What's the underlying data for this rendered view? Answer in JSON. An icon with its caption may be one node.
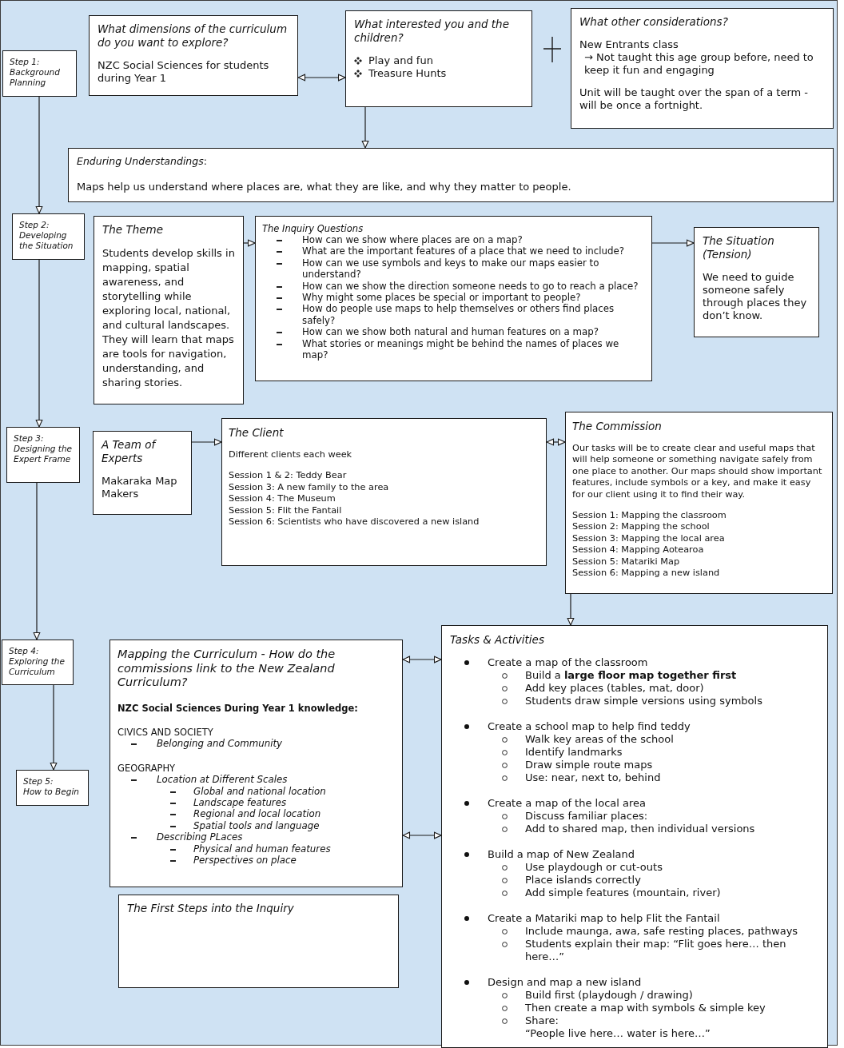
{
  "diagram": {
    "nodes": [
      {
        "text": [
          "Step 1:",
          "Background Planning"
        ]
      },
      {
        "text": [
          "What dimensions of the curriculum do you want to explore?",
          "NZC Social Sciences for students during Year 1"
        ]
      },
      {
        "text": [
          "What interested you and the children?",
          "Play and fun",
          "Treasure Hunts"
        ]
      },
      {
        "text": [
          "What other considerations?",
          "New Entrants class",
          "→ Not taught this age group before, need to keep it fun and engaging",
          "Unit will be taught over the span of a term - will be once a fortnight."
        ]
      },
      {
        "text": [
          "*Enduring Understandings*:",
          "Maps help us understand where places are, what they are like, and why they matter to people."
        ]
      },
      {
        "text": [
          "Step 2:",
          "Developing the Situation"
        ]
      },
      {
        "text": [
          "The Theme",
          "Students develop skills in mapping, spatial awareness, and storytelling while exploring local, national, and cultural landscapes. They will learn that maps are tools for navigation, understanding, and sharing stories."
        ]
      },
      {
        "text": [
          "The Inquiry Questions",
          "How can we show where places are on a map?",
          "What are the important features of a place that we need to include?",
          "How can we use symbols and keys to make our maps easier to understand?",
          "How can we show the direction someone needs to go to reach a place?",
          "Why might some places be special or important to people?",
          "How do people use maps to help themselves or others find places safely?",
          "How can we show both natural and human features on a map?",
          "What stories or meanings might be behind the names of places we map?"
        ]
      },
      {
        "text": [
          "The Situation (Tension)",
          "We need to guide someone safely through places they don’t know."
        ]
      },
      {
        "text": [
          "Step 3:",
          "Designing the Expert Frame"
        ]
      },
      {
        "text": [
          "A Team of Experts",
          "Makaraka Map Makers"
        ]
      },
      {
        "text": [
          "The Client",
          "Different clients each week",
          "Session 1 & 2: Teddy Bear",
          "Session 3: A new family to the area",
          "Session 4: The Museum",
          "Session 5: Flit the Fantail",
          "Session 6: Scientists who have discovered a new island"
        ]
      },
      {
        "text": [
          "The Commission",
          "Our tasks will be to create clear and useful maps that will help someone or something navigate safely from one place to another. Our maps should show important features, include symbols or a key, and make it easy for our client using it to find their way.",
          "Session 1: Mapping the classroom",
          "Session 2: Mapping the school",
          "Session 3: Mapping the local area",
          "Session 4: Mapping Aotearoa",
          "Session 5: Matariki Map",
          "Session 6: Mapping a new island"
        ]
      },
      {
        "text": [
          "Step 4:",
          "Exploring the Curriculum"
        ]
      },
      {
        "text": [
          "Mapping the Curriculum - How do the commissions link to the New Zealand Curriculum?",
          "NZC Social Sciences During Year 1 knowledge:",
          "CIVICS AND SOCIETY",
          "Belonging and Community",
          "GEOGRAPHY",
          "Location at Different Scales",
          "Global and national location",
          "Landscape features",
          "Regional and local location",
          "Spatial tools and language",
          "Describing PLaces",
          "Physical and human features",
          "Perspectives on place"
        ]
      },
      {
        "text": [
          "Tasks & Activities",
          "Create a map of the classroom",
          "Build a **large floor map together first**",
          "Add key places (tables, mat, door)",
          "Students draw simple versions using symbols",
          "Create a school map to help find teddy",
          "Walk key areas of the school",
          "Identify landmarks",
          "Draw simple route maps",
          "Use: near, next to, behind",
          "Create a map of the local area",
          "Discuss familiar places:",
          "Add to shared map, then individual versions",
          "Build a map of New Zealand",
          "Use playdough or cut-outs",
          "Place islands correctly",
          "Add simple features (mountain, river)",
          "Create a Matariki map to help Flit the Fantail",
          "Include maunga, awa, safe resting places, pathways",
          "Students explain their map: “Flit goes here… then here…”",
          "Design and map a new island",
          "Build first (playdough / drawing)",
          "Then create a map with symbols & simple key",
          "Share:",
          "“People live here… water is here…”"
        ]
      },
      {
        "text": [
          "Step 5:",
          "How to Begin"
        ]
      },
      {
        "text": [
          "The First Steps into the Inquiry"
        ]
      }
    ],
    "edges": [
      {
        "from": 1,
        "to": 2,
        "arrow": "both"
      },
      {
        "from": 2,
        "to": 4,
        "arrow": "to"
      },
      {
        "from": 0,
        "to": 5,
        "arrow": "to"
      },
      {
        "from": 6,
        "to": 7,
        "arrow": "to"
      },
      {
        "from": 7,
        "to": 8,
        "arrow": "to"
      },
      {
        "from": 5,
        "to": 9,
        "arrow": "to"
      },
      {
        "from": 10,
        "to": 11,
        "arrow": "to"
      },
      {
        "from": 11,
        "to": 12,
        "arrow": "both"
      },
      {
        "from": 9,
        "to": 13,
        "arrow": "to"
      },
      {
        "from": 12,
        "to": 15,
        "arrow": "to"
      },
      {
        "from": 14,
        "to": 15,
        "arrow": "both"
      },
      {
        "from": 13,
        "to": 16,
        "arrow": "to"
      },
      {
        "from": 14,
        "to": 15,
        "arrow": "both"
      }
    ]
  }
}
